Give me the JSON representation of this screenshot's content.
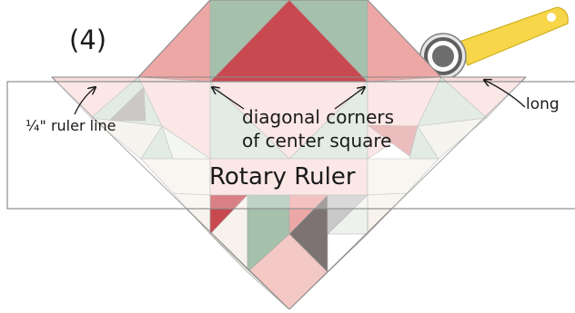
{
  "step_label": "(4)",
  "labels": {
    "quarter_line": "¼\" ruler line",
    "diagonal_line1": "diagonal corners",
    "diagonal_line2": "of center square",
    "rotary_ruler": "Rotary Ruler",
    "long_edge": "long"
  },
  "colors": {
    "red": "#c94950",
    "pink": "#eda7a5",
    "pale_pink": "#f8dddb",
    "green": "#a5c0ab",
    "pale_green": "#d6e4d8",
    "cream": "#f7f3ec",
    "gray": "#7d7373",
    "cutter_yellow": "#f7d64a",
    "cutter_gray": "#6d6d6d",
    "outline": "#9a9a9a"
  },
  "icons": [
    "rotary-cutter-icon",
    "quilt-block-icon",
    "arrow-icon"
  ]
}
